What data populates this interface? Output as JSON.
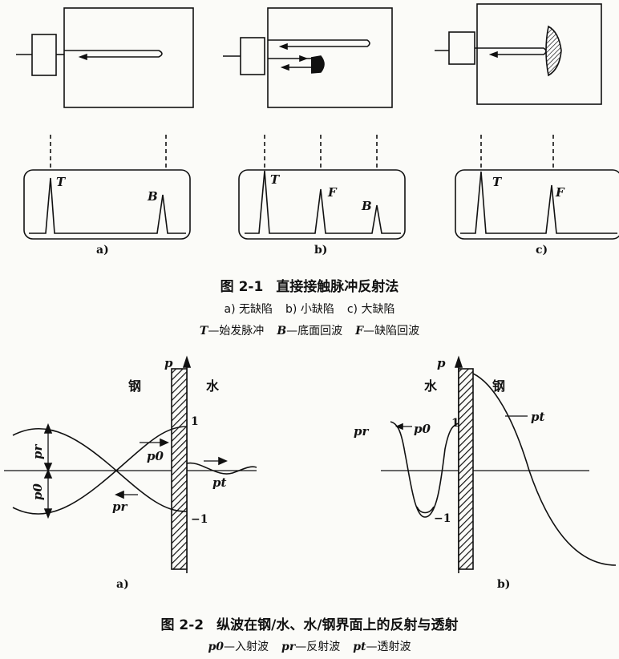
{
  "figure1": {
    "panels": [
      {
        "label": "a)",
        "echoes": [
          "T",
          "B"
        ]
      },
      {
        "label": "b)",
        "echoes": [
          "T",
          "F",
          "B"
        ]
      },
      {
        "label": "c)",
        "echoes": [
          "T",
          "F"
        ]
      }
    ],
    "caption_number": "图 2-1",
    "caption_title": "直接接触脉冲反射法",
    "subcaption": {
      "a": "a) 无缺陷",
      "b": "b) 小缺陷",
      "c": "c) 大缺陷"
    },
    "legend": {
      "T_sym": "T",
      "T_text": "—始发脉冲",
      "B_sym": "B",
      "B_text": "—底面回波",
      "F_sym": "F",
      "F_text": "—缺陷回波"
    }
  },
  "figure2": {
    "panel_a": {
      "label": "a)",
      "axis_label": "p",
      "left_medium": "钢",
      "right_medium": "水",
      "tick_pos": "1",
      "tick_neg": "−1",
      "pr": "pr",
      "p0": "p0",
      "p0_arrow": "p0",
      "pr_arrow": "pr",
      "pt": "pt"
    },
    "panel_b": {
      "label": "b)",
      "axis_label": "p",
      "left_medium": "水",
      "right_medium": "钢",
      "tick_pos": "1",
      "tick_neg": "−1",
      "pr": "pr",
      "p0": "p0",
      "pt": "pt"
    },
    "caption_number": "图 2-2",
    "caption_title": "纵波在钢/水、水/钢界面上的反射与透射",
    "legend": {
      "p0_sym": "p0",
      "p0_text": "—入射波",
      "pr_sym": "pr",
      "pr_text": "—反射波",
      "pt_sym": "pt",
      "pt_text": "—透射波"
    }
  }
}
